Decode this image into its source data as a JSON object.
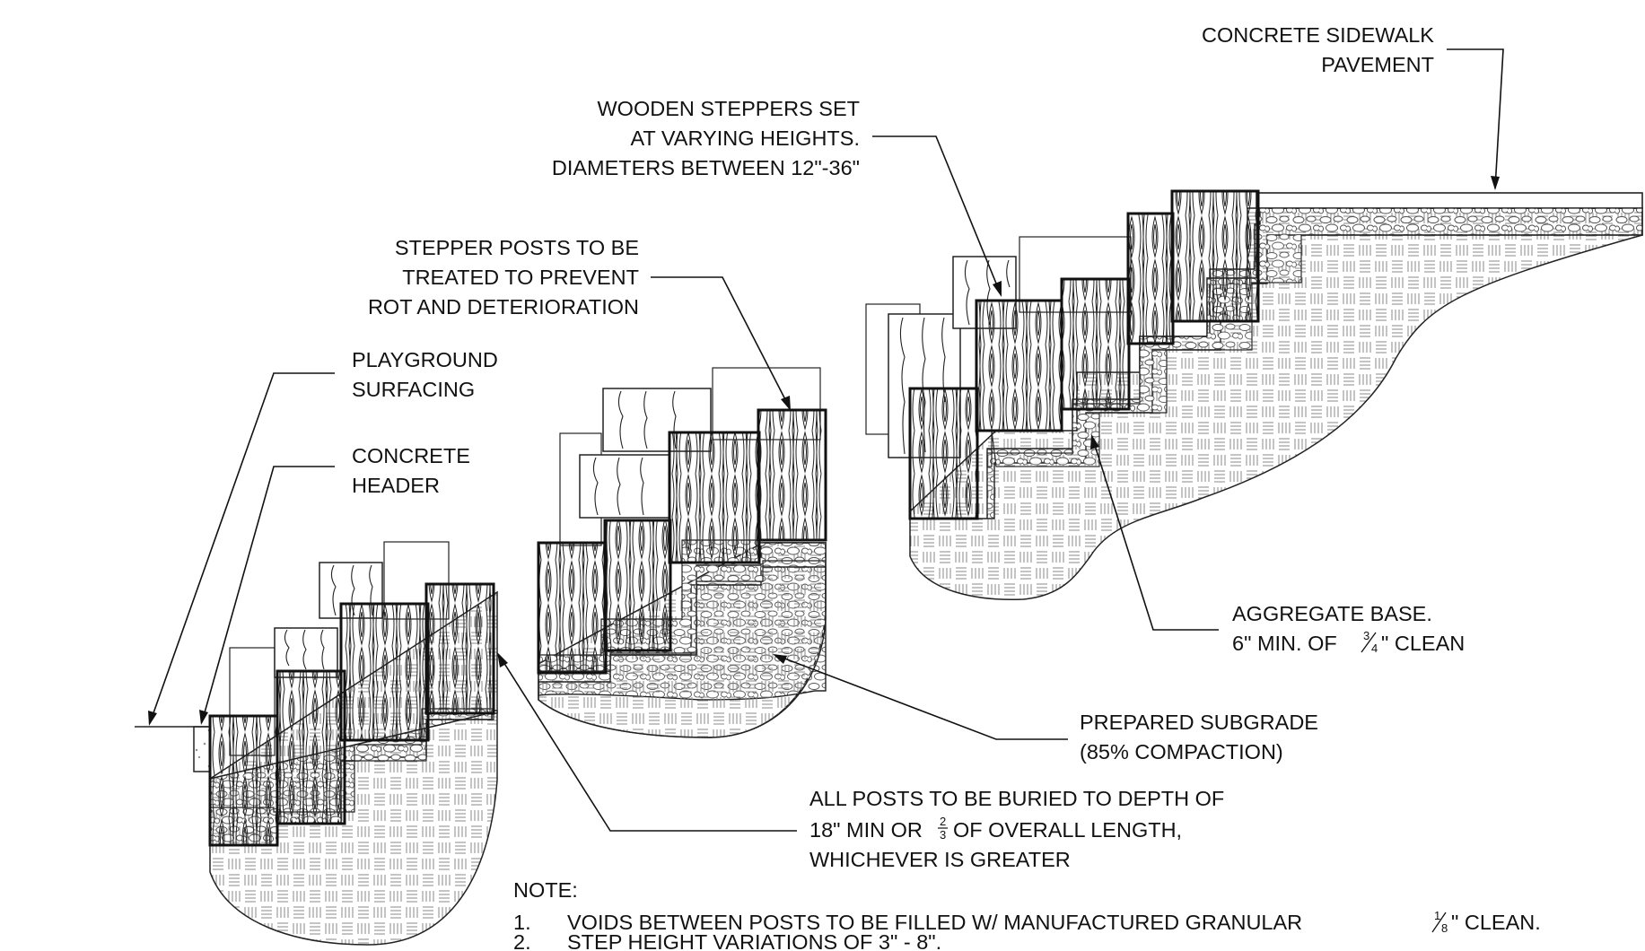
{
  "drawing": {
    "labels": {
      "sidewalk": [
        "CONCRETE SIDEWALK",
        "PAVEMENT"
      ],
      "steppers": [
        "WOODEN STEPPERS SET",
        "AT VARYING HEIGHTS.",
        "DIAMETERS BETWEEN 12\"-36\""
      ],
      "posts": [
        "STEPPER POSTS TO BE",
        "TREATED TO PREVENT",
        "ROT  AND DETERIORATION"
      ],
      "playground": [
        "PLAYGROUND",
        "SURFACING"
      ],
      "header": [
        "CONCRETE",
        "HEADER"
      ],
      "aggregate": [
        "AGGREGATE BASE.",
        "6\" MIN. OF",
        "\" CLEAN"
      ],
      "subgrade": [
        "PREPARED SUBGRADE",
        "(85% COMPACTION)"
      ],
      "buried": [
        "ALL POSTS TO BE BURIED TO DEPTH OF",
        "18\" MIN OR",
        "OF OVERALL LENGTH,",
        "WHICHEVER IS GREATER"
      ]
    },
    "fractions": {
      "aggregate": {
        "num": "3",
        "den": "4"
      },
      "buried": {
        "num": "2",
        "den": "3"
      },
      "granular": {
        "num": "1",
        "den": "8"
      }
    },
    "notes": {
      "title": "NOTE:",
      "items": [
        {
          "num": "1.",
          "text": "VOIDS BETWEEN POSTS TO BE FILLED W/ MANUFACTURED GRANULAR",
          "suffix": "\" CLEAN."
        },
        {
          "num": "2.",
          "text": "STEP HEIGHT VARIATIONS  OF 3\" - 8\"."
        }
      ]
    }
  }
}
